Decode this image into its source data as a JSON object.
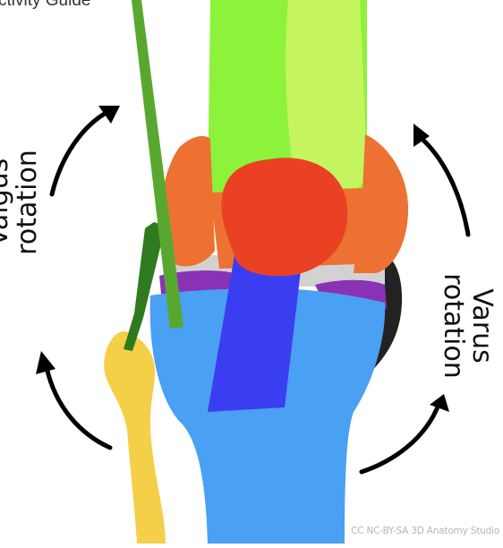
{
  "header": {
    "partial_title": "ctivity Guide"
  },
  "labels": {
    "valgus_line1": "Valgus",
    "valgus_line2": "rotation",
    "varus_line1": "Varus",
    "varus_line2": "rotation"
  },
  "credit": "CC NC-BY-SA 3D Anatomy Studio",
  "colors": {
    "femur_light": "#c4f55e",
    "femur_bright": "#8df23a",
    "condyle_orange": "#ec7132",
    "patella_red": "#ea4124",
    "cartilage_gray": "#d2d2d2",
    "meniscus_purple": "#8a32b5",
    "tibia_blue": "#4aa0f2",
    "acl_blue": "#3a3ef0",
    "fibula_yellow": "#f5cf48",
    "ligament_green": "#58a830",
    "ligament_dark_green": "#2f7a1f",
    "shadow_black": "#222222",
    "arrow_black": "#000000"
  }
}
